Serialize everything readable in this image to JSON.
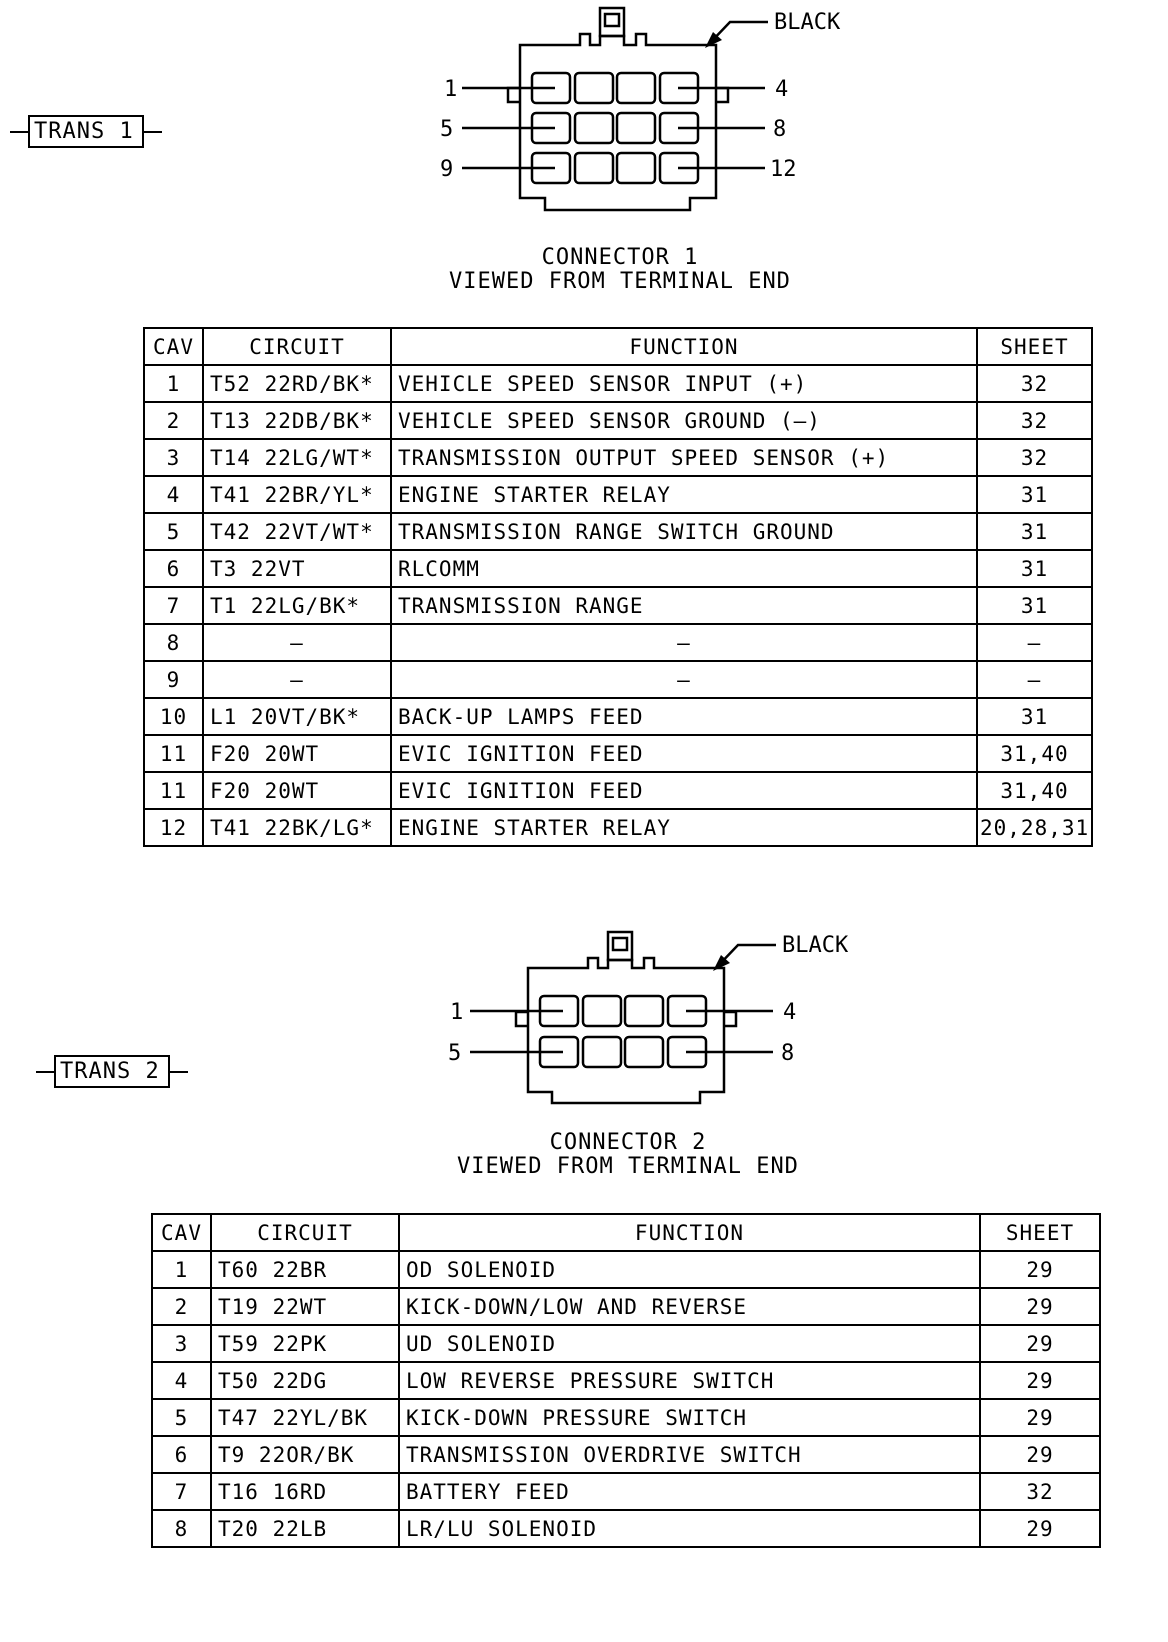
{
  "connectors": [
    {
      "tag": "TRANS 1",
      "color_label": "BLACK",
      "pin_numbers": [
        "1",
        "4",
        "5",
        "8",
        "9",
        "12"
      ],
      "caption_line1": "CONNECTOR 1",
      "caption_line2": "VIEWED FROM TERMINAL END",
      "headers": [
        "CAV",
        "CIRCUIT",
        "FUNCTION",
        "SHEET"
      ],
      "rows": [
        {
          "cav": "1",
          "circuit": "T52 22RD/BK*",
          "function": "VEHICLE SPEED SENSOR INPUT (+)",
          "sheet": "32"
        },
        {
          "cav": "2",
          "circuit": "T13 22DB/BK*",
          "function": "VEHICLE SPEED SENSOR GROUND (—)",
          "sheet": "32"
        },
        {
          "cav": "3",
          "circuit": "T14 22LG/WT*",
          "function": "TRANSMISSION OUTPUT SPEED SENSOR (+)",
          "sheet": "32"
        },
        {
          "cav": "4",
          "circuit": "T41 22BR/YL*",
          "function": "ENGINE STARTER RELAY",
          "sheet": "31"
        },
        {
          "cav": "5",
          "circuit": "T42 22VT/WT*",
          "function": "TRANSMISSION RANGE SWITCH GROUND",
          "sheet": "31"
        },
        {
          "cav": "6",
          "circuit": "T3 22VT",
          "function": "RLCOMM",
          "sheet": "31"
        },
        {
          "cav": "7",
          "circuit": "T1 22LG/BK*",
          "function": "TRANSMISSION RANGE",
          "sheet": "31"
        },
        {
          "cav": "8",
          "circuit": "—",
          "function": "—",
          "sheet": "—"
        },
        {
          "cav": "9",
          "circuit": "—",
          "function": "—",
          "sheet": "—"
        },
        {
          "cav": "10",
          "circuit": "L1 20VT/BK*",
          "function": "BACK-UP LAMPS FEED",
          "sheet": "31"
        },
        {
          "cav": "11",
          "circuit": "F20 20WT",
          "function": "EVIC IGNITION FEED",
          "sheet": "31,40"
        },
        {
          "cav": "11",
          "circuit": "F20 20WT",
          "function": "EVIC IGNITION FEED",
          "sheet": "31,40"
        },
        {
          "cav": "12",
          "circuit": "T41 22BK/LG*",
          "function": "ENGINE STARTER RELAY",
          "sheet": "20,28,31"
        }
      ]
    },
    {
      "tag": "TRANS 2",
      "color_label": "BLACK",
      "pin_numbers": [
        "1",
        "4",
        "5",
        "8"
      ],
      "caption_line1": "CONNECTOR 2",
      "caption_line2": "VIEWED FROM TERMINAL END",
      "headers": [
        "CAV",
        "CIRCUIT",
        "FUNCTION",
        "SHEET"
      ],
      "rows": [
        {
          "cav": "1",
          "circuit": "T60 22BR",
          "function": "OD SOLENOID",
          "sheet": "29"
        },
        {
          "cav": "2",
          "circuit": "T19 22WT",
          "function": "KICK-DOWN/LOW AND REVERSE",
          "sheet": "29"
        },
        {
          "cav": "3",
          "circuit": "T59 22PK",
          "function": "UD SOLENOID",
          "sheet": "29"
        },
        {
          "cav": "4",
          "circuit": "T50 22DG",
          "function": "LOW REVERSE PRESSURE SWITCH",
          "sheet": "29"
        },
        {
          "cav": "5",
          "circuit": "T47 22YL/BK",
          "function": "KICK-DOWN PRESSURE SWITCH",
          "sheet": "29"
        },
        {
          "cav": "6",
          "circuit": "T9 22OR/BK",
          "function": "TRANSMISSION OVERDRIVE SWITCH",
          "sheet": "29"
        },
        {
          "cav": "7",
          "circuit": "T16 16RD",
          "function": "BATTERY FEED",
          "sheet": "32"
        },
        {
          "cav": "8",
          "circuit": "T20 22LB",
          "function": "LR/LU SOLENOID",
          "sheet": "29"
        }
      ]
    }
  ]
}
